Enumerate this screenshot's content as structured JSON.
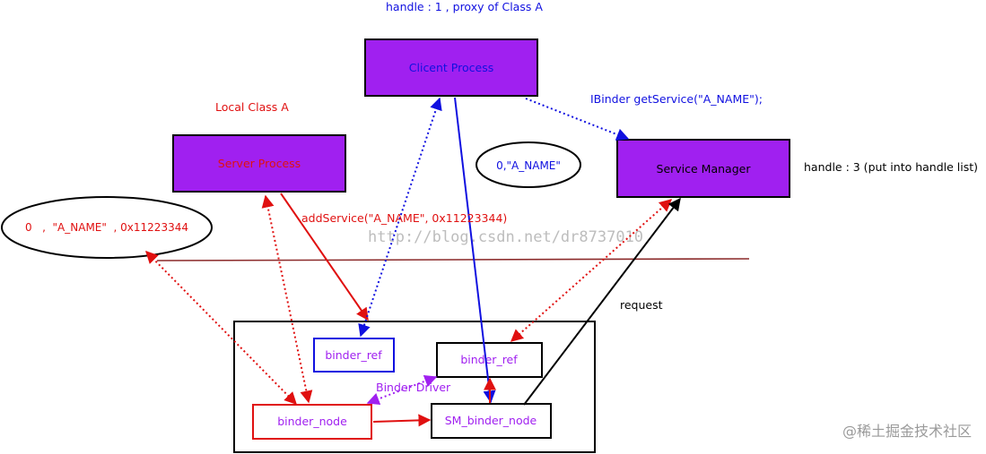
{
  "diagram": {
    "boxes": {
      "client": {
        "label": "Clicent Process",
        "fill": "#a020f0",
        "text_color": "#1010e0"
      },
      "server": {
        "label": "Server Process",
        "fill": "#a020f0",
        "text_color": "#e01010"
      },
      "service_manager": {
        "label": "Service Manager",
        "fill": "#a020f0",
        "text_color": "#000000"
      },
      "binder_ref_blue": {
        "label": "binder_ref",
        "text_color": "#a020f0"
      },
      "binder_ref_black": {
        "label": "binder_ref",
        "text_color": "#a020f0"
      },
      "binder_node": {
        "label": "binder_node",
        "text_color": "#a020f0"
      },
      "sm_binder_node": {
        "label": "SM_binder_node",
        "text_color": "#a020f0"
      }
    },
    "ellipses": {
      "server_entry": {
        "label": "0   ,  \"A_NAME\"  , 0x11223344",
        "text_color": "#e01010"
      },
      "sm_entry": {
        "label": "0,\"A_NAME\"",
        "text_color": "#1010e0"
      }
    },
    "labels": {
      "handle_proxy": "handle : 1 , proxy of Class A",
      "local_class": "Local Class A",
      "get_service": "IBinder getService(\"A_NAME\");",
      "handle_sm": "handle : 3 (put into handle list)",
      "add_service": "addService(\"A_NAME\", 0x11223344)",
      "request": "request",
      "binder_driver": "Binder Driver"
    },
    "watermark": "http://blog.csdn.net/dr8737010",
    "corner_watermark": "@稀土掘金技术社区"
  }
}
